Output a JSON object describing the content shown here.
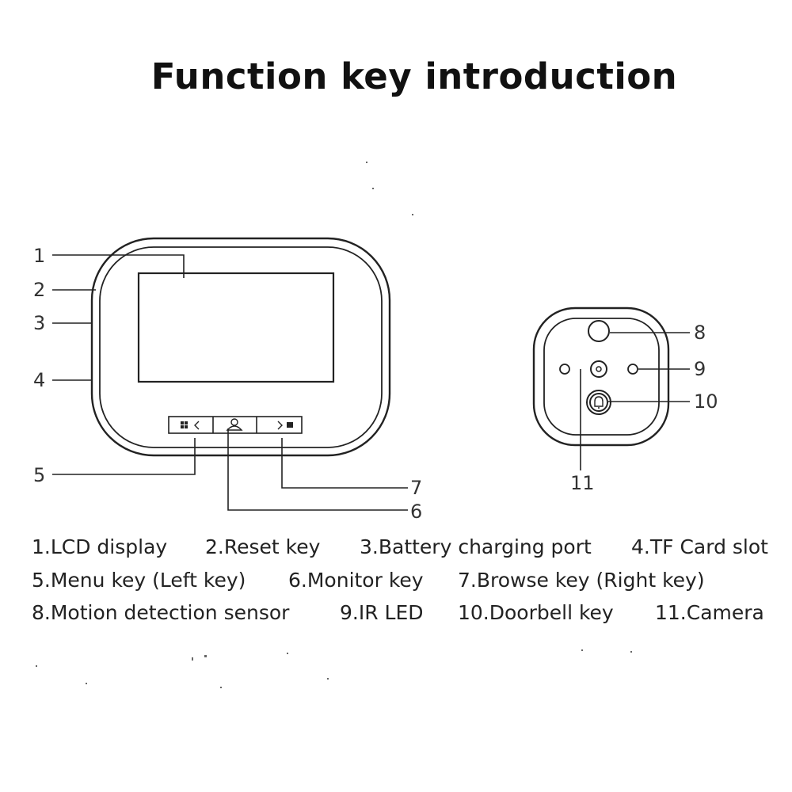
{
  "title": "Function key introduction",
  "callouts": {
    "n1": "1",
    "n2": "2",
    "n3": "3",
    "n4": "4",
    "n5": "5",
    "n6": "6",
    "n7": "7",
    "n8": "8",
    "n9": "9",
    "n10": "10",
    "n11": "11"
  },
  "legend": {
    "row1": [
      "1.LCD display",
      "2.Reset key",
      "3.Battery charging port",
      "4.TF Card slot"
    ],
    "row2": [
      "5.Menu key (Left key)",
      "6.Monitor key",
      "7.Browse key (Right key)"
    ],
    "row3": [
      "8.Motion detection sensor",
      "9.IR LED",
      "10.Doorbell key",
      "11.Camera"
    ]
  },
  "icons": {
    "menu_key": "windows-grid-left-chevron-icon",
    "monitor_key": "person-icon",
    "browse_key": "right-chevron-image-icon",
    "doorbell": "bell-icon"
  }
}
